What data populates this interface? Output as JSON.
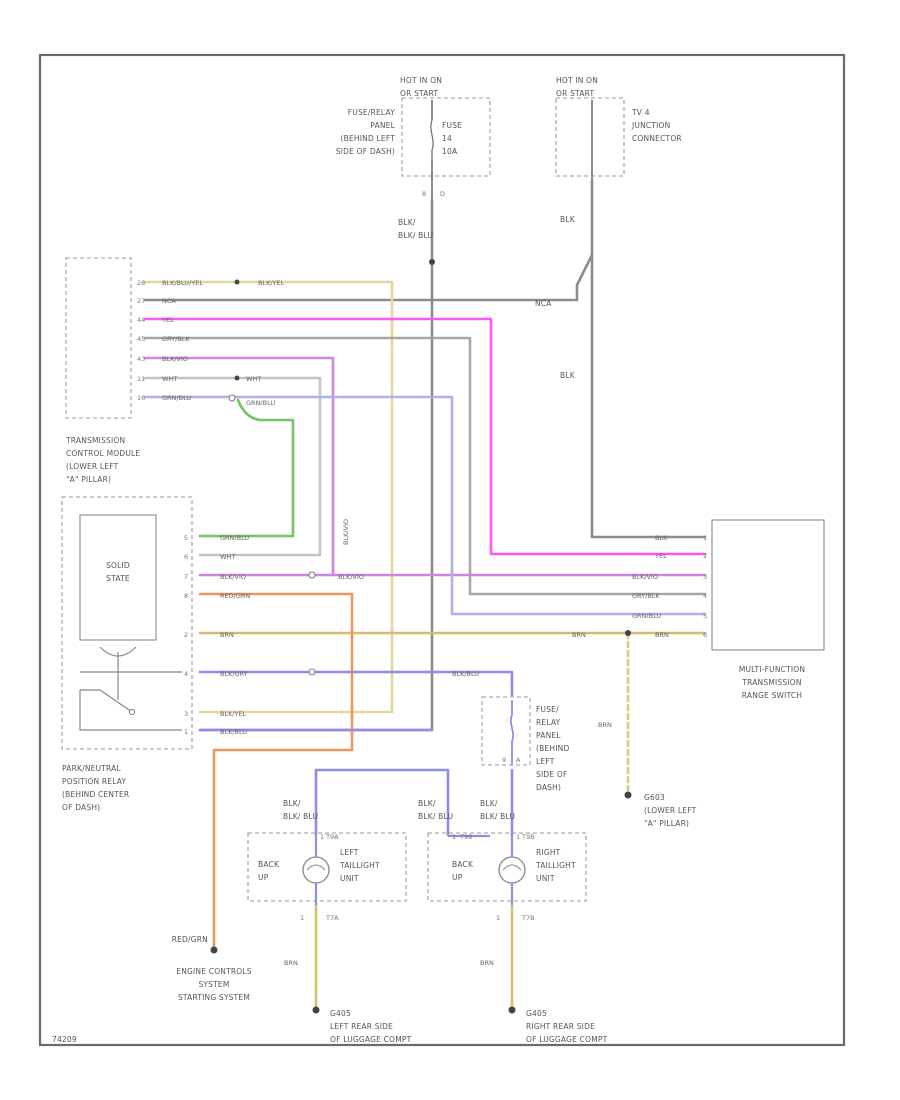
{
  "colors": {
    "frame": "#6b6b6b",
    "gray": "#8c8c8c",
    "yellow": "#e3d5a0",
    "green": "#76c266",
    "pink": "#ff55ff",
    "violet": "#cc88dd",
    "lightgray": "#bdbdbd",
    "blue": "#8e8ee6",
    "tan": "#d9b870",
    "orange": "#e89860",
    "red": "#e26565"
  },
  "hot_left": {
    "line1": "HOT IN ON",
    "line2": "OR START"
  },
  "hot_right": {
    "line1": "HOT IN ON",
    "line2": "OR START"
  },
  "fuse_panel": [
    "FUSE/RELAY",
    "PANEL",
    "(BEHIND LEFT",
    "SIDE OF DASH)"
  ],
  "fuse14": {
    "name": "FUSE",
    "number": "14",
    "rating": "10A"
  },
  "fuse_pins": {
    "top": "8",
    "bottom": "D"
  },
  "junction": [
    "TV 4",
    "JUNCTION",
    "CONNECTOR"
  ],
  "tcm_wires": [
    {
      "pin": "28",
      "label": "BLK/BLU/YEL",
      "right": "BLK/YEL"
    },
    {
      "pin": "27",
      "label": "NCA"
    },
    {
      "pin": "44",
      "label": "YEL"
    },
    {
      "pin": "45",
      "label": "GRY/BLK"
    },
    {
      "pin": "43",
      "label": "BLK/VIO"
    },
    {
      "pin": "11",
      "label": "WHT",
      "right": "WHT"
    },
    {
      "pin": "16",
      "label": "GRN/BLU",
      "right": "GRN/BLU"
    }
  ],
  "tcm_label": [
    "TRANSMISSION",
    "CONTROL MODULE",
    "(LOWER LEFT",
    "\"A\" PILLAR)"
  ],
  "wire_labels": {
    "blk_blu_top": "BLK/ BLU",
    "blk_upper": "BLK",
    "nca_end": "NCA",
    "blk_lower": "BLK",
    "blk_vio_vertical": "BLK/VIO"
  },
  "solid_state": {
    "line1": "SOLID",
    "line2": "STATE"
  },
  "relay_wires": [
    {
      "pin": "5",
      "label": "GRN/BLU"
    },
    {
      "pin": "6",
      "label": "WHT"
    },
    {
      "pin": "7",
      "label": "BLK/VIO",
      "right": "BLK/VIO"
    },
    {
      "pin": "8",
      "label": "RED/GRN"
    },
    {
      "pin": "2",
      "label": "BRN",
      "right": "BRN"
    },
    {
      "pin": "4",
      "label": "BLK/GRY",
      "right": "BLK/BLU"
    },
    {
      "pin": "3",
      "label": "BLK/YEL"
    },
    {
      "pin": "1",
      "label": "BLK/BLU"
    }
  ],
  "relay_label": [
    "PARK/NEUTRAL",
    "POSITION RELAY",
    "(BEHIND CENTER",
    "OF DASH)"
  ],
  "mfs_wires": [
    {
      "pin": "1",
      "label": "BLK"
    },
    {
      "pin": "2",
      "label": "YEL"
    },
    {
      "pin": "3",
      "label": "BLK/VIO"
    },
    {
      "pin": "4",
      "label": "GRY/BLK"
    },
    {
      "pin": "5",
      "label": "GRN/BLU"
    },
    {
      "pin": "6",
      "label": "BRN"
    }
  ],
  "mfs_label": [
    "MULTI-FUNCTION",
    "TRANSMISSION",
    "RANGE SWITCH"
  ],
  "fuse2_panel": [
    "FUSE/",
    "RELAY",
    "PANEL",
    "(BEHIND",
    "LEFT",
    "SIDE OF",
    "DASH)"
  ],
  "fuse2_pins": {
    "top": "9",
    "bottom": "A"
  },
  "fuse2_wire": "BLK/ BLU",
  "brn_vertical": "BRN",
  "ground_g603": [
    "G603",
    "(LOWER LEFT",
    "\"A\" PILLAR)"
  ],
  "left_tail": {
    "wire": "BLK/ BLU",
    "connector": "T9A",
    "pin_top": "1",
    "lamp_label": [
      "BACK",
      "UP"
    ],
    "unit": [
      "LEFT",
      "TAILLIGHT",
      "UNIT"
    ],
    "bottom_pin": "1",
    "bottom_connector": "T7A",
    "brn": "BRN",
    "ground": [
      "G405",
      "LEFT REAR SIDE",
      "OF LUGGAGE COMPT"
    ]
  },
  "right_tail": {
    "wire": "BLK/ BLU",
    "connector_left": "T9B",
    "connector_right": "T9B",
    "pin_top": "1",
    "pin_top_left": "1",
    "lamp_label": [
      "BACK",
      "UP"
    ],
    "unit": [
      "RIGHT",
      "TAILLIGHT",
      "UNIT"
    ],
    "bottom_pin": "1",
    "bottom_connector": "T7B",
    "brn": "BRN",
    "ground": [
      "G405",
      "RIGHT REAR SIDE",
      "OF LUGGAGE COMPT"
    ]
  },
  "blk_blu_mid": "BLK/ BLU",
  "red_grn_end": "RED/GRN",
  "engine_label": [
    "ENGINE CONTROLS",
    "SYSTEM",
    "STARTING SYSTEM"
  ],
  "diagram_id": "74209"
}
